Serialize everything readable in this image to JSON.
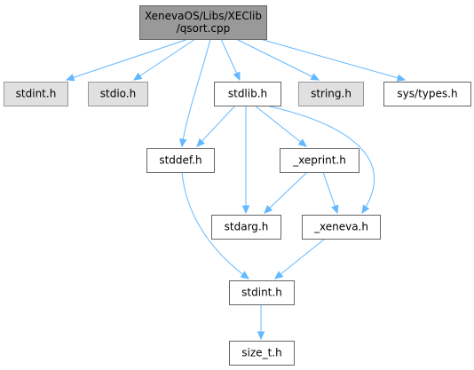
{
  "colors": {
    "root_fill": "#999999",
    "root_stroke": "#666666",
    "system_fill": "#e0e0e0",
    "system_stroke": "#999999",
    "local_fill": "#ffffff",
    "local_stroke": "#666666",
    "edge": "#63b8ff"
  },
  "nodes": [
    {
      "id": "root",
      "lines": [
        "XenevaOS/Libs/XEClib",
        "/qsort.cpp"
      ],
      "kind": "root"
    },
    {
      "id": "stdint_sys",
      "lines": [
        "stdint.h"
      ],
      "kind": "system"
    },
    {
      "id": "stdio",
      "lines": [
        "stdio.h"
      ],
      "kind": "system"
    },
    {
      "id": "stdlib",
      "lines": [
        "stdlib.h"
      ],
      "kind": "local"
    },
    {
      "id": "string",
      "lines": [
        "string.h"
      ],
      "kind": "system"
    },
    {
      "id": "systypes",
      "lines": [
        "sys/types.h"
      ],
      "kind": "local"
    },
    {
      "id": "stddef",
      "lines": [
        "stddef.h"
      ],
      "kind": "local"
    },
    {
      "id": "xeprint",
      "lines": [
        "_xeprint.h"
      ],
      "kind": "local"
    },
    {
      "id": "stdarg",
      "lines": [
        "stdarg.h"
      ],
      "kind": "local"
    },
    {
      "id": "xeneva",
      "lines": [
        "_xeneva.h"
      ],
      "kind": "local"
    },
    {
      "id": "stdint_local",
      "lines": [
        "stdint.h"
      ],
      "kind": "local"
    },
    {
      "id": "size_t",
      "lines": [
        "size_t.h"
      ],
      "kind": "local"
    }
  ],
  "edges": [
    {
      "from": "root",
      "to": "stdint_sys"
    },
    {
      "from": "root",
      "to": "stdio"
    },
    {
      "from": "root",
      "to": "stdlib"
    },
    {
      "from": "root",
      "to": "string"
    },
    {
      "from": "root",
      "to": "systypes"
    },
    {
      "from": "root",
      "to": "stddef"
    },
    {
      "from": "stdlib",
      "to": "stddef"
    },
    {
      "from": "stdlib",
      "to": "xeprint"
    },
    {
      "from": "stdlib",
      "to": "stdarg"
    },
    {
      "from": "stdlib",
      "to": "xeneva"
    },
    {
      "from": "xeprint",
      "to": "stdarg"
    },
    {
      "from": "xeprint",
      "to": "xeneva"
    },
    {
      "from": "stddef",
      "to": "stdint_local"
    },
    {
      "from": "xeneva",
      "to": "stdint_local"
    },
    {
      "from": "stdint_local",
      "to": "size_t"
    }
  ]
}
